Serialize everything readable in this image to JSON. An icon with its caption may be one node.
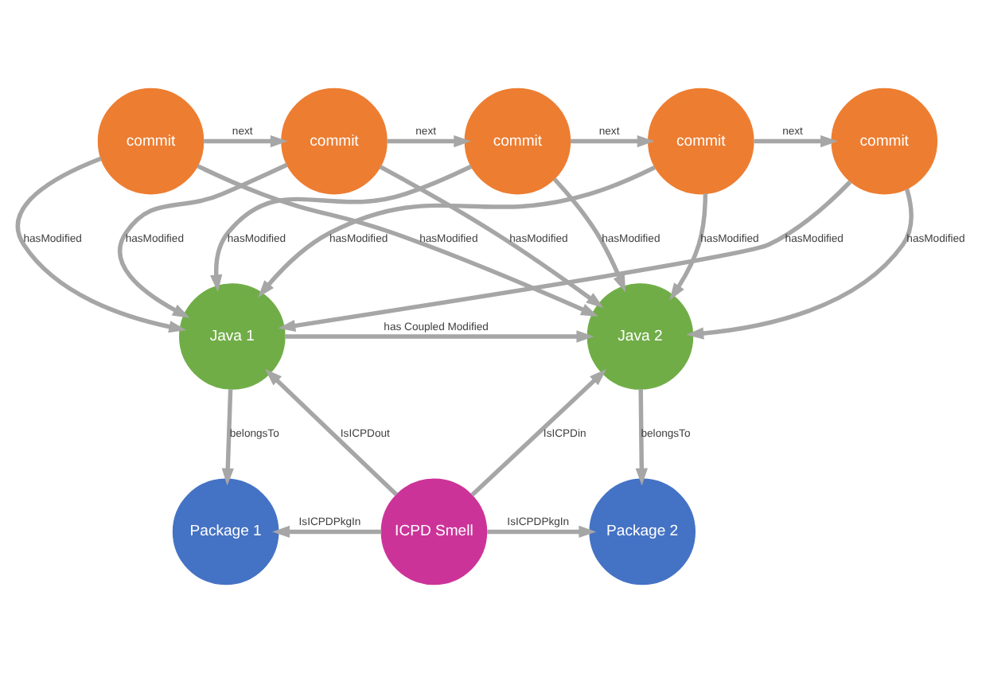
{
  "diagram": {
    "nodes": [
      {
        "text": [
          "commit"
        ]
      },
      {
        "text": [
          "commit"
        ]
      },
      {
        "text": [
          "commit"
        ]
      },
      {
        "text": [
          "commit"
        ]
      },
      {
        "text": [
          "commit"
        ]
      },
      {
        "text": [
          "Java 1"
        ]
      },
      {
        "text": [
          "Java 2"
        ]
      },
      {
        "text": [
          "Package 1"
        ]
      },
      {
        "text": [
          "ICPD Smell"
        ]
      },
      {
        "text": [
          "Package 2"
        ]
      }
    ],
    "edges": [
      {
        "from": 0,
        "to": 1,
        "arrow": "to",
        "label": "next"
      },
      {
        "from": 1,
        "to": 2,
        "arrow": "to",
        "label": "next"
      },
      {
        "from": 2,
        "to": 3,
        "arrow": "to",
        "label": "next"
      },
      {
        "from": 3,
        "to": 4,
        "arrow": "to",
        "label": "next"
      },
      {
        "from": 0,
        "to": 5,
        "arrow": "to",
        "label": "hasModified"
      },
      {
        "from": 1,
        "to": 5,
        "arrow": "to",
        "label": "hasModified"
      },
      {
        "from": 2,
        "to": 5,
        "arrow": "to",
        "label": "hasModified"
      },
      {
        "from": 3,
        "to": 5,
        "arrow": "to",
        "label": "hasModified"
      },
      {
        "from": 4,
        "to": 5,
        "arrow": "to",
        "label": "hasModified"
      },
      {
        "from": 0,
        "to": 6,
        "arrow": "to",
        "label": "hasModified"
      },
      {
        "from": 1,
        "to": 6,
        "arrow": "to",
        "label": "hasModified"
      },
      {
        "from": 2,
        "to": 6,
        "arrow": "to",
        "label": "hasModified"
      },
      {
        "from": 3,
        "to": 6,
        "arrow": "to",
        "label": "hasModified"
      },
      {
        "from": 4,
        "to": 6,
        "arrow": "to",
        "label": "hasModified"
      },
      {
        "from": 5,
        "to": 6,
        "arrow": "to",
        "label": "has Coupled Modified"
      },
      {
        "from": 5,
        "to": 7,
        "arrow": "to",
        "label": "belongsTo"
      },
      {
        "from": 6,
        "to": 9,
        "arrow": "to",
        "label": "belongsTo"
      },
      {
        "from": 8,
        "to": 5,
        "arrow": "to",
        "label": "IsICPDout"
      },
      {
        "from": 8,
        "to": 6,
        "arrow": "to",
        "label": "IsICPDin"
      },
      {
        "from": 8,
        "to": 7,
        "arrow": "to",
        "label": "IsICPDPkgIn"
      },
      {
        "from": 8,
        "to": 9,
        "arrow": "to",
        "label": "IsICPDPkgIn"
      }
    ]
  }
}
